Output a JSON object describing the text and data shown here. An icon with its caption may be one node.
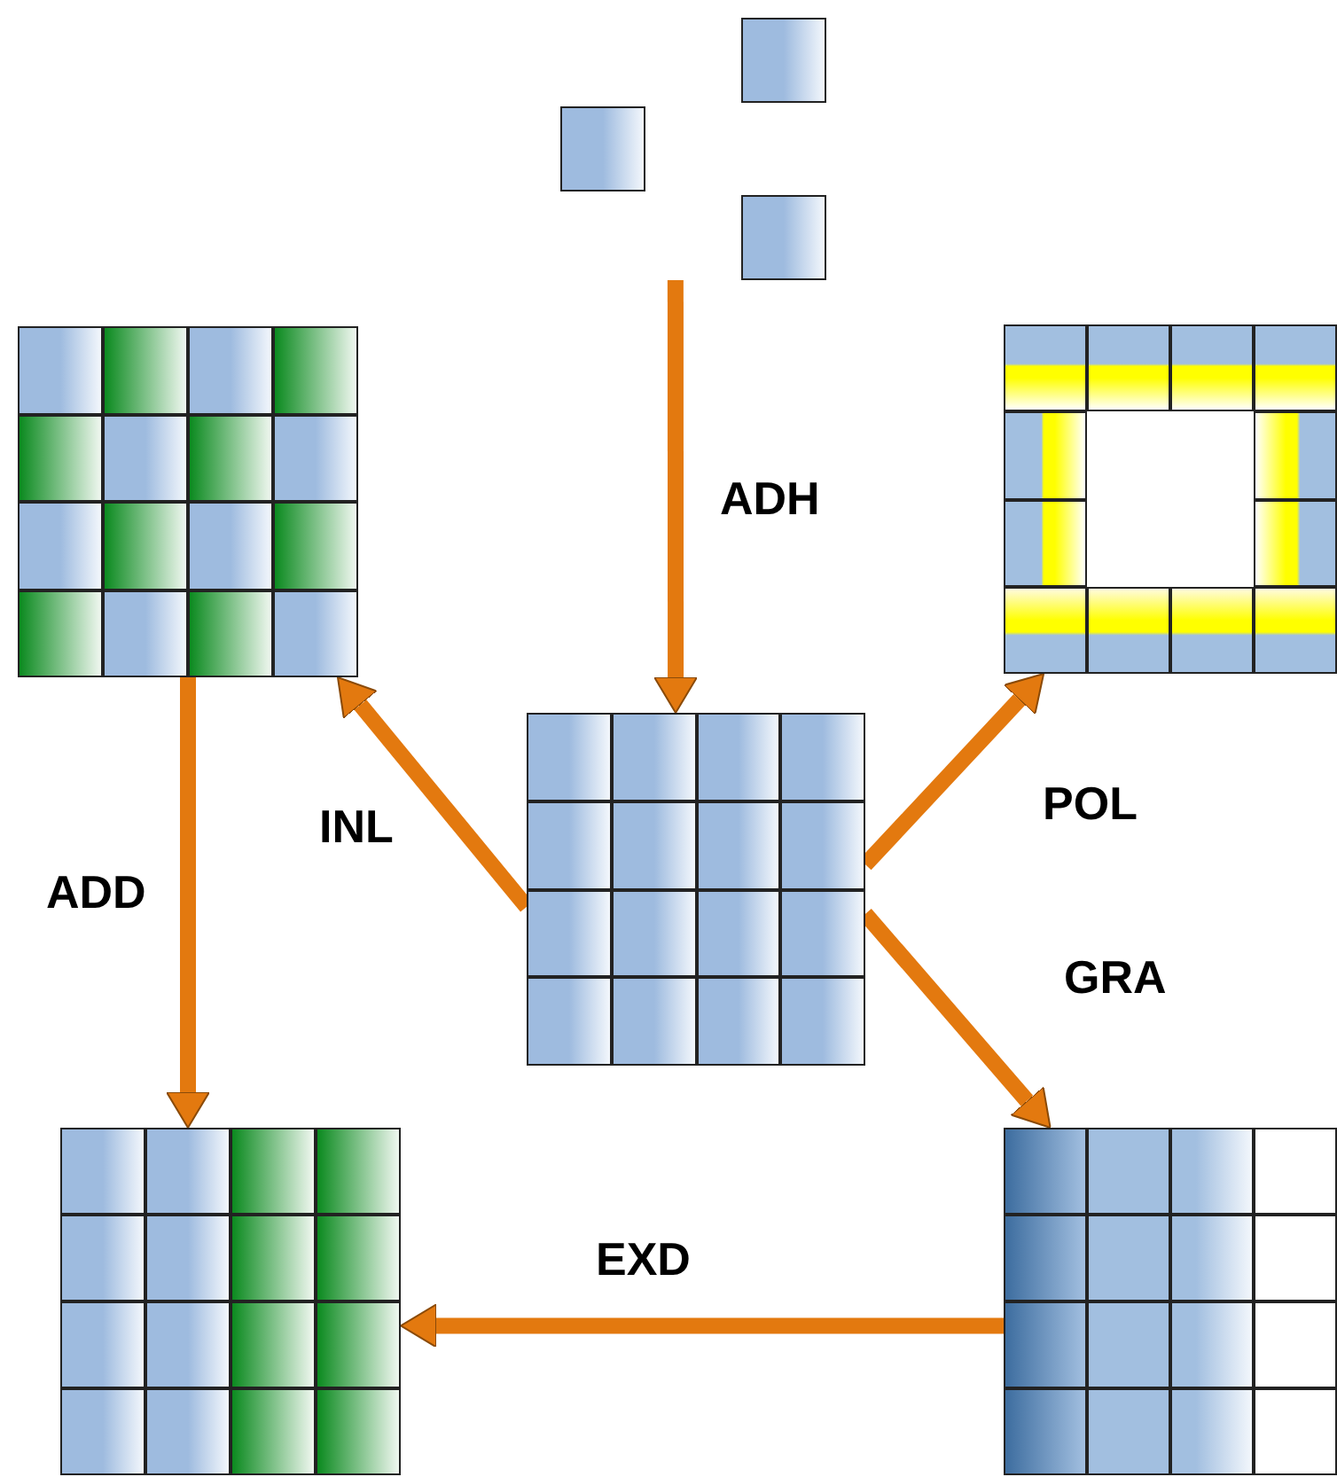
{
  "diagram": {
    "nodes": [
      {
        "text": [],
        "shape": "picture"
      },
      {
        "text": [],
        "shape": "picture"
      },
      {
        "text": [],
        "shape": "picture"
      },
      {
        "text": [],
        "shape": "picture"
      },
      {
        "text": [],
        "shape": "picture"
      },
      {
        "text": [],
        "shape": "picture"
      }
    ],
    "edges": [
      {
        "from": 0,
        "to": 2,
        "arrow": "to",
        "label": "ADH"
      },
      {
        "from": 2,
        "to": 1,
        "arrow": "to",
        "label": "INL"
      },
      {
        "from": 2,
        "to": 3,
        "arrow": "to",
        "label": "POL"
      },
      {
        "from": 2,
        "to": 5,
        "arrow": "to",
        "label": "GRA"
      },
      {
        "from": 1,
        "to": 4,
        "arrow": "to",
        "label": "ADD"
      },
      {
        "from": 5,
        "to": 4,
        "arrow": "to",
        "label": "EXD"
      }
    ]
  }
}
